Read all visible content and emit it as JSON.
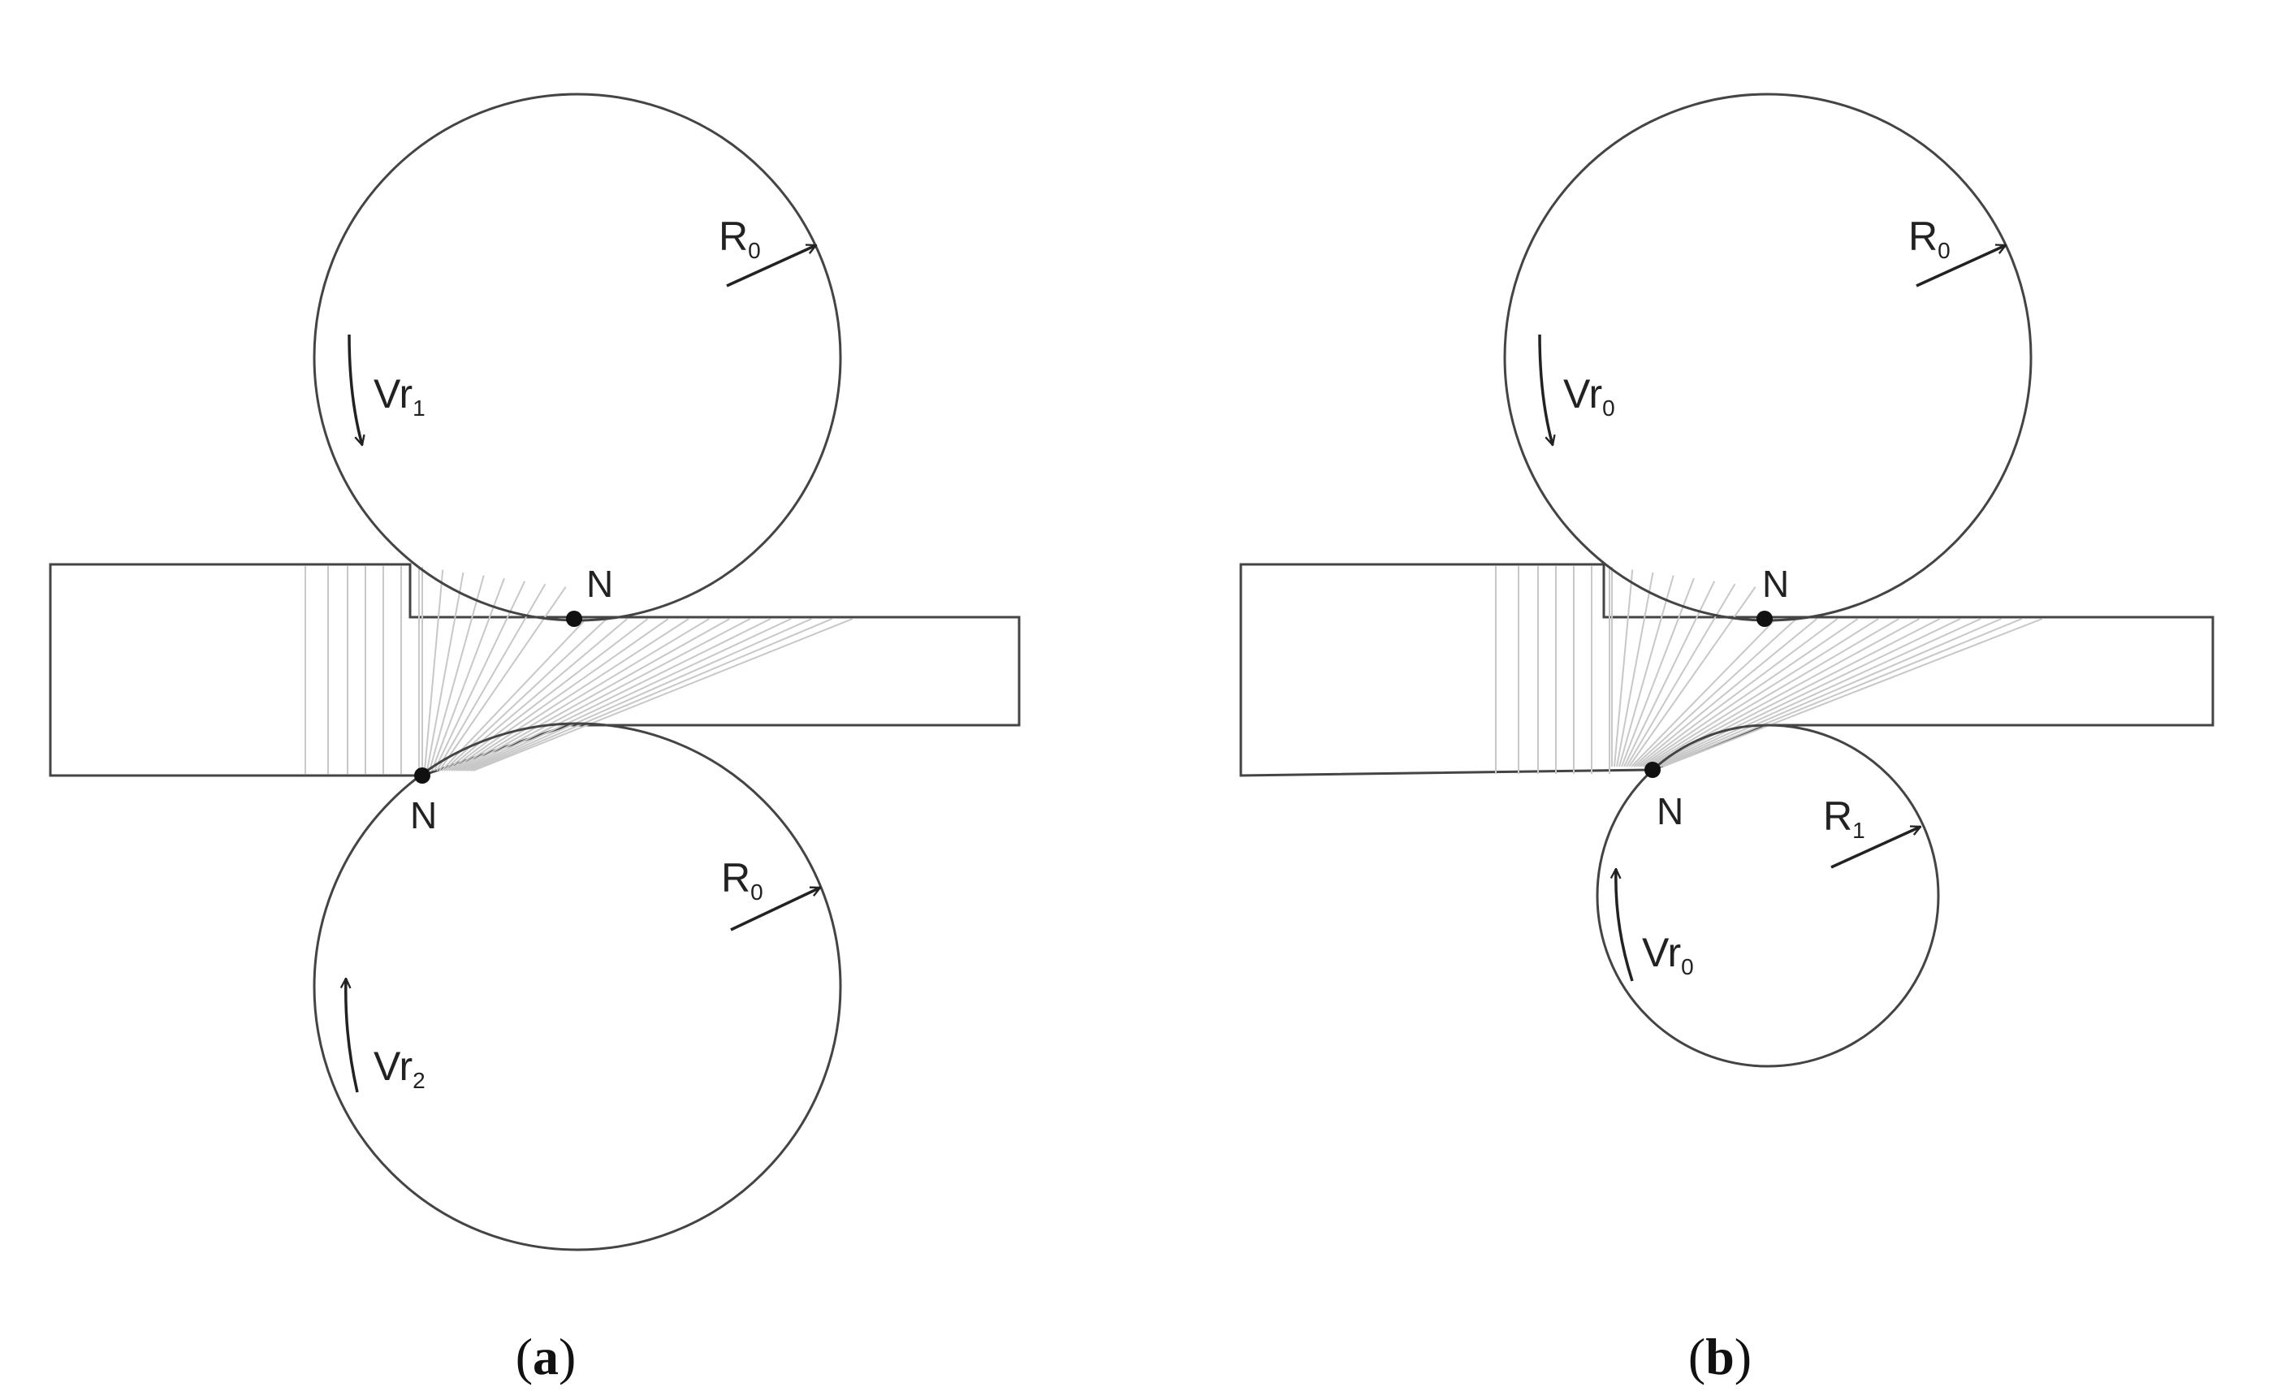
{
  "panels": [
    {
      "caption_open": "(",
      "caption_letter": "a",
      "caption_close": ")",
      "top_roll": {
        "radius_label": "R",
        "radius_sub": "0",
        "speed_label": "Vr",
        "speed_sub": "1"
      },
      "bottom_roll": {
        "radius_label": "R",
        "radius_sub": "0",
        "speed_label": "Vr",
        "speed_sub": "2"
      },
      "neutral_top": "N",
      "neutral_bottom": "N"
    },
    {
      "caption_open": "(",
      "caption_letter": "b",
      "caption_close": ")",
      "top_roll": {
        "radius_label": "R",
        "radius_sub": "0",
        "speed_label": "Vr",
        "speed_sub": "0"
      },
      "bottom_roll": {
        "radius_label": "R",
        "radius_sub": "1",
        "speed_label": "Vr",
        "speed_sub": "0"
      },
      "neutral_top": "N",
      "neutral_bottom": "N"
    }
  ]
}
